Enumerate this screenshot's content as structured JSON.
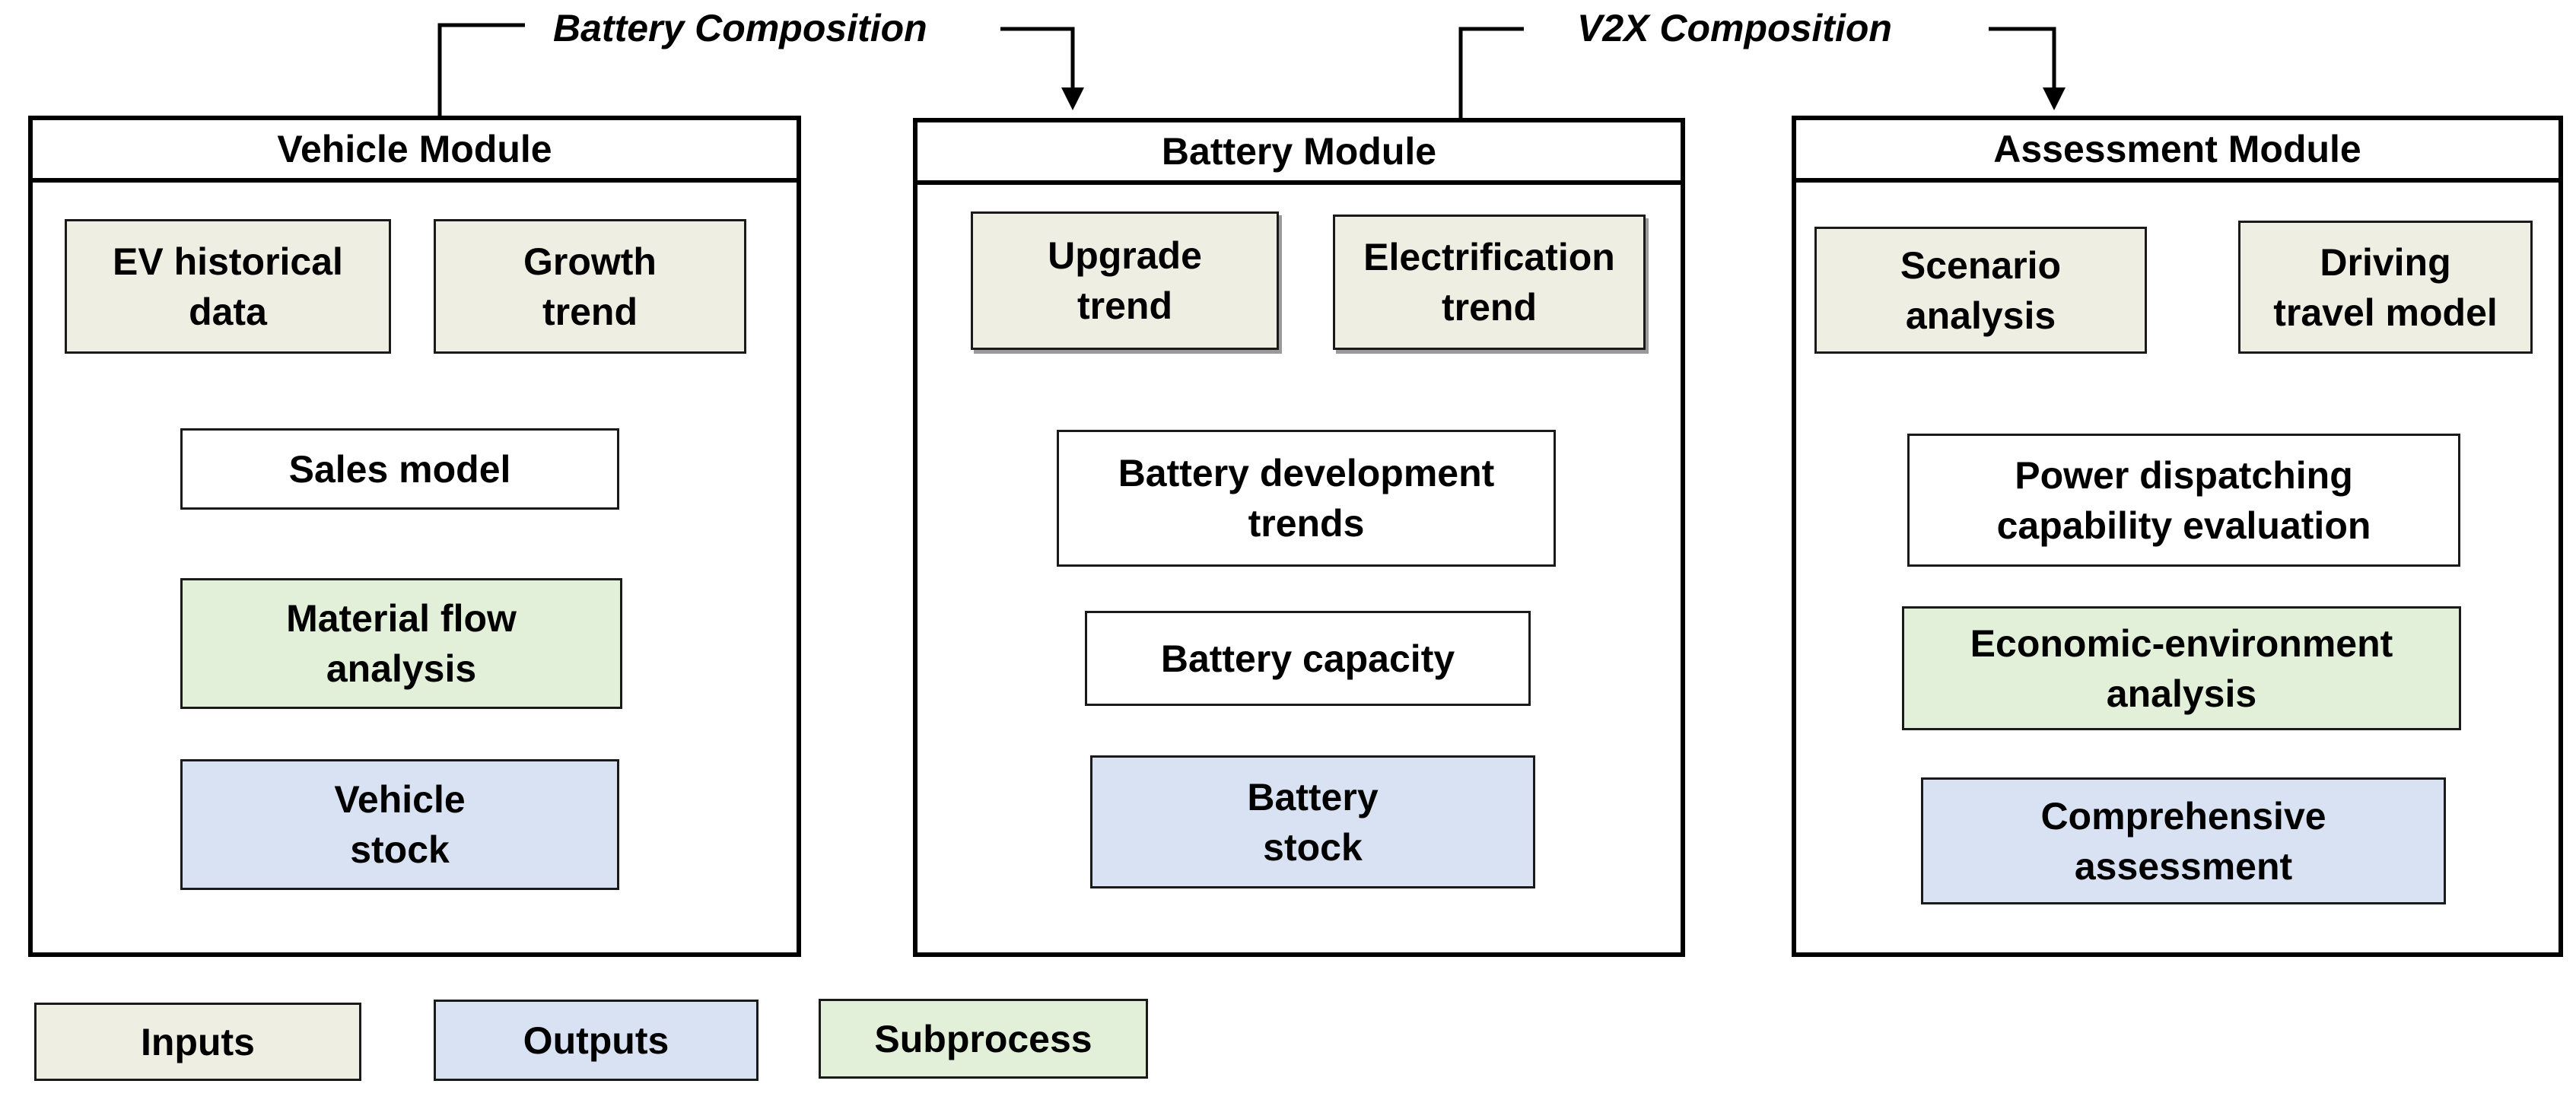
{
  "top_labels": {
    "battery_composition": "Battery Composition",
    "v2x_composition": "V2X Composition"
  },
  "vehicle_module": {
    "title": "Vehicle Module",
    "ev_historical_data": "EV historical\ndata",
    "growth_trend": "Growth\ntrend",
    "sales_model": "Sales model",
    "material_flow_analysis": "Material flow\nanalysis",
    "vehicle_stock": "Vehicle\nstock"
  },
  "battery_module": {
    "title": "Battery Module",
    "upgrade_trend": "Upgrade\ntrend",
    "electrification_trend": "Electrification\ntrend",
    "battery_development_trends": "Battery development\ntrends",
    "battery_capacity": "Battery capacity",
    "battery_stock": "Battery\nstock"
  },
  "assessment_module": {
    "title": "Assessment Module",
    "scenario_analysis": "Scenario\nanalysis",
    "driving_travel_model": "Driving\ntravel model",
    "power_dispatching": "Power dispatching\ncapability evaluation",
    "economic_environment_analysis": "Economic-environment\nanalysis",
    "comprehensive_assessment": "Comprehensive\nassessment"
  },
  "legend": {
    "inputs": "Inputs",
    "outputs": "Outputs",
    "subprocess": "Subprocess"
  },
  "colors": {
    "inputs": "#eeeee2",
    "outputs": "#d9e2f3",
    "subprocess": "#e2efd9"
  }
}
